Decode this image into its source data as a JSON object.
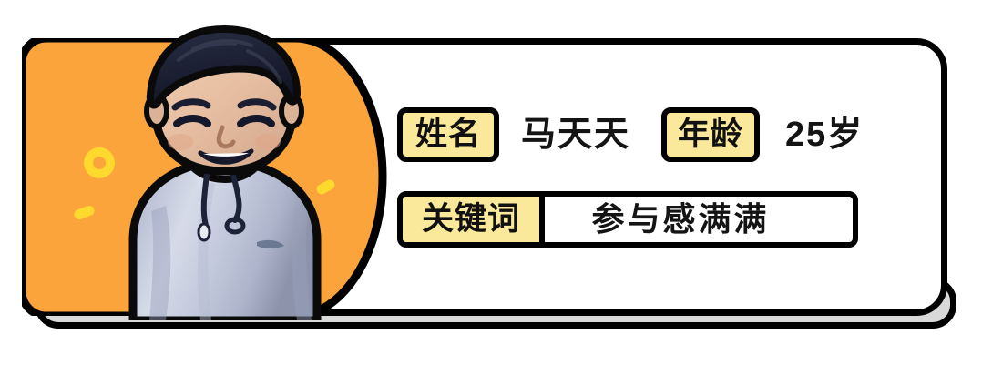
{
  "card": {
    "profile": {
      "photo_alt": "smiling young man wearing a light gray hoodie",
      "background_color": "#FBA43C",
      "accent_color": "#FFD92E"
    },
    "fields": [
      {
        "label": "姓名",
        "value": "马天天"
      },
      {
        "label": "年龄",
        "value": "25岁"
      },
      {
        "label": "关键词",
        "value": "参与感满满"
      }
    ],
    "colors": {
      "chip_fill": "#FAE99B",
      "border": "#000000",
      "card_fill": "#FFFFFF",
      "base_fill": "#D9D9D9",
      "panel_orange": "#FBA43C"
    }
  }
}
